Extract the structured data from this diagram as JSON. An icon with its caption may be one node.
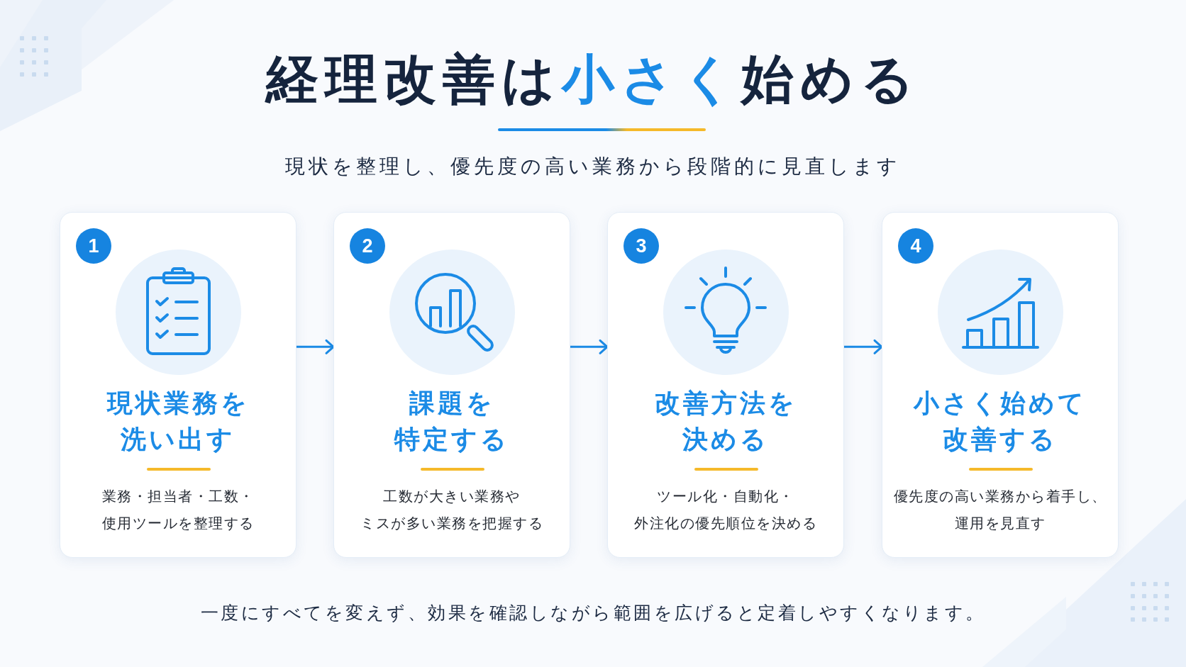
{
  "diagram": {
    "title": "経理改善は**小さく**始める",
    "nodes": [
      {
        "text": [
          "現状業務を洗い出す",
          "業務・担当者・工数・使用ツールを整理する"
        ]
      },
      {
        "text": [
          "1"
        ],
        "in": 0
      },
      {
        "text": [
          "課題を特定する",
          "工数が大きい業務やミスが多い業務を把握する"
        ]
      },
      {
        "text": [
          "2"
        ],
        "in": 2
      },
      {
        "text": [
          "改善方法を決める",
          "ツール化・自動化・外注化の優先順位を決める"
        ]
      },
      {
        "text": [
          "3"
        ],
        "in": 4
      },
      {
        "text": [
          "小さく始めて改善する",
          "優先度の高い業務から着手し、運用を見直す"
        ]
      },
      {
        "text": [
          "4"
        ],
        "in": 6
      }
    ],
    "edges": [
      {
        "from": 0,
        "to": 2,
        "arrow": "to"
      },
      {
        "from": 2,
        "to": 4,
        "arrow": "to"
      },
      {
        "from": 4,
        "to": 6,
        "arrow": "to"
      }
    ],
    "labels": [
      "現状を整理し、優先度の高い業務から段階的に見直します",
      "一度にすべてを変えず、効果を確認しながら範囲を広げると定着しやすくなります。"
    ]
  }
}
